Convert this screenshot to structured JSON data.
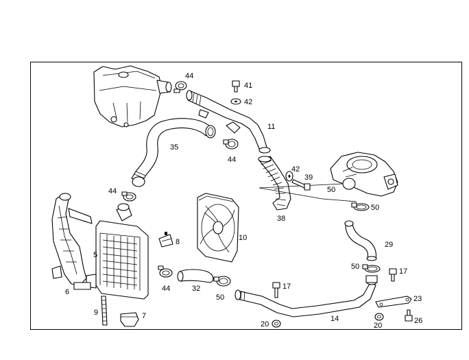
{
  "diagram": {
    "callouts": [
      {
        "id": "c44a",
        "text": "44"
      },
      {
        "id": "c41",
        "text": "41"
      },
      {
        "id": "c42a",
        "text": "42"
      },
      {
        "id": "c11",
        "text": "11"
      },
      {
        "id": "c35",
        "text": "35"
      },
      {
        "id": "c44b",
        "text": "44"
      },
      {
        "id": "c42b",
        "text": "42"
      },
      {
        "id": "c39",
        "text": "39"
      },
      {
        "id": "c50a",
        "text": "50"
      },
      {
        "id": "c50b",
        "text": "50"
      },
      {
        "id": "c44c",
        "text": "44"
      },
      {
        "id": "c38",
        "text": "38"
      },
      {
        "id": "c10",
        "text": "10"
      },
      {
        "id": "c8",
        "text": "8"
      },
      {
        "id": "c5",
        "text": "5"
      },
      {
        "id": "c29",
        "text": "29"
      },
      {
        "id": "c50c",
        "text": "50"
      },
      {
        "id": "c17a",
        "text": "17"
      },
      {
        "id": "c6",
        "text": "6"
      },
      {
        "id": "c44d",
        "text": "44"
      },
      {
        "id": "c32",
        "text": "32"
      },
      {
        "id": "c50d",
        "text": "50"
      },
      {
        "id": "c17b",
        "text": "17"
      },
      {
        "id": "c23",
        "text": "23"
      },
      {
        "id": "c9",
        "text": "9"
      },
      {
        "id": "c7",
        "text": "7"
      },
      {
        "id": "c14",
        "text": "14"
      },
      {
        "id": "c20a",
        "text": "20"
      },
      {
        "id": "c20b",
        "text": "20"
      },
      {
        "id": "c26",
        "text": "26"
      }
    ]
  }
}
